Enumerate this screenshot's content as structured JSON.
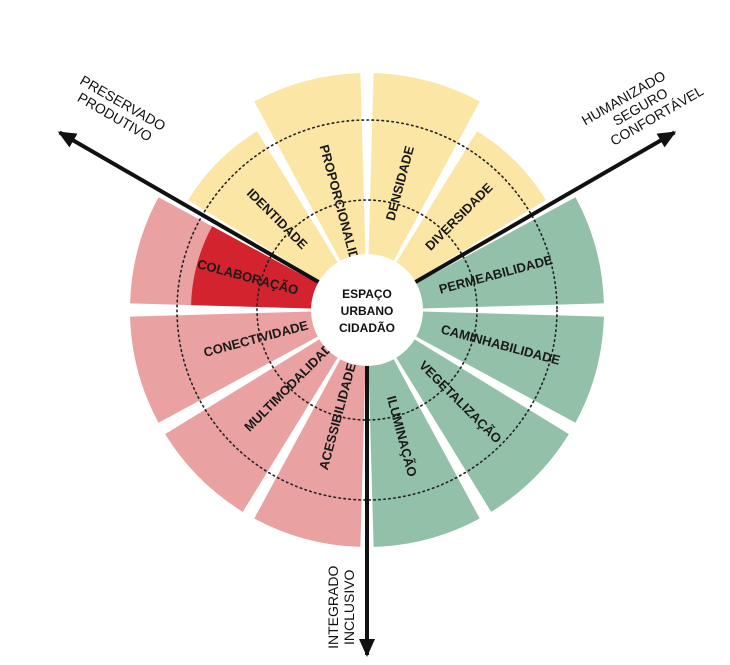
{
  "center": {
    "lines": [
      "ESPAÇO",
      "URBANO",
      "CIDADÃO"
    ]
  },
  "colors": {
    "yellow": "#fbe6a6",
    "pink": "#eaa1a1",
    "green": "#93c0a8",
    "red": "#d2232e",
    "line": "#111111",
    "ring": "#222222",
    "center_fill": "#ffffff"
  },
  "segments": [
    {
      "label": "PERMEABILIDADE",
      "color": "green",
      "outer": "long"
    },
    {
      "label": "CAMINHABILIDADE",
      "color": "green",
      "outer": "long"
    },
    {
      "label": "VEGETALIZAÇÃO",
      "color": "green",
      "outer": "long"
    },
    {
      "label": "ILUMINAÇÃO",
      "color": "green",
      "outer": "long"
    },
    {
      "label": "ACESSIBILIDADE",
      "color": "pink",
      "outer": "long"
    },
    {
      "label": "MULTIMODALIDADE",
      "color": "pink",
      "outer": "long"
    },
    {
      "label": "CONECTIVIDADE",
      "color": "pink",
      "outer": "long"
    },
    {
      "label": "COLABORAÇÃO",
      "color": "pink",
      "outer": "long",
      "highlight": "red"
    },
    {
      "label": "IDENTIDADE",
      "color": "yellow",
      "outer": "short"
    },
    {
      "label": "PROPORCIONALIDADE",
      "color": "yellow",
      "outer": "long"
    },
    {
      "label": "DENSIDADE",
      "color": "yellow",
      "outer": "long"
    },
    {
      "label": "DIVERSIDADE",
      "color": "yellow",
      "outer": "short"
    }
  ],
  "axes": [
    {
      "lines": [
        "HUMANIZADO",
        "SEGURO",
        "CONFORTÁVEL"
      ]
    },
    {
      "lines": [
        "INTEGRADO",
        "INCLUSIVO"
      ]
    },
    {
      "lines": [
        "PRESERVADO",
        "PRODUTIVO"
      ]
    }
  ]
}
